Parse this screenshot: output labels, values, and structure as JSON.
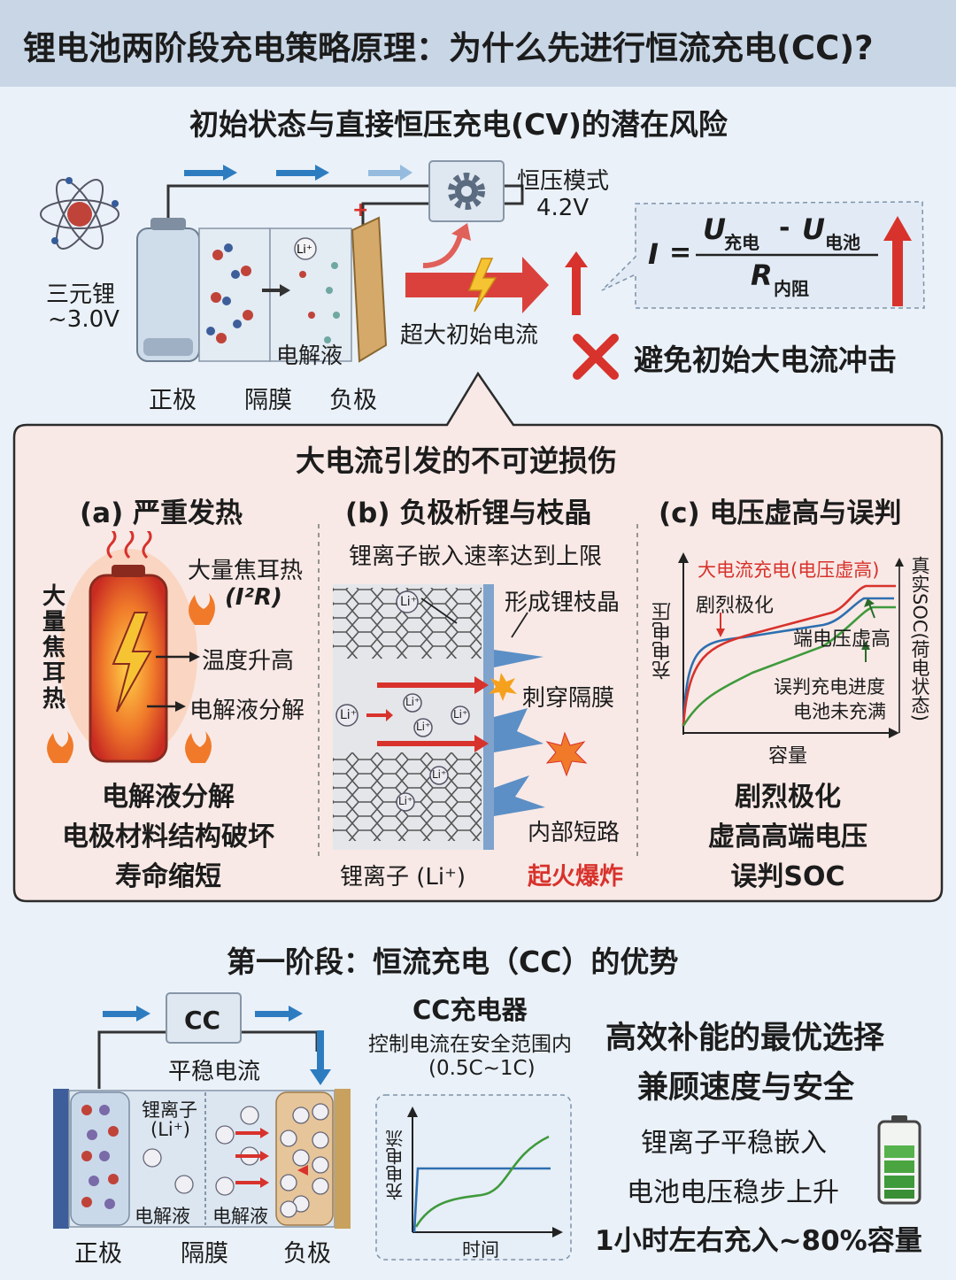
{
  "title": "锂电池两阶段充电策略原理：为什么先进行恒流充电(CC)?",
  "section1": {
    "heading": "初始状态与直接恒压充电(CV)的潜在风险",
    "cell_label": "三元锂",
    "cell_voltage": "~3.0V",
    "cv_mode": "恒压模式",
    "cv_voltage": "4.2V",
    "electrolyte": "电解液",
    "positive": "正极",
    "separator": "隔膜",
    "negative": "负极",
    "li_ion": "Li⁺",
    "plus_sign": "+",
    "large_current": "超大初始电流",
    "avoid": "避免初始大电流冲击",
    "formula": {
      "i": "I",
      "eq": "=",
      "u": "U",
      "charge_sub": "充电",
      "minus": "-",
      "battery_sub": "电池",
      "r": "R",
      "r_sub": "内阻"
    }
  },
  "damage": {
    "heading": "大电流引发的不可逆损伤",
    "a": {
      "title": "(a) 严重发热",
      "joule": "大量焦耳热",
      "i2r": "(I²R)",
      "temp": "温度升高",
      "decomp": "电解液分解",
      "vertical": [
        "大",
        "量",
        "焦",
        "耳",
        "热"
      ],
      "summary": [
        "电解液分解",
        "电极材料结构破坏",
        "寿命缩短"
      ]
    },
    "b": {
      "title": "(b) 负极析锂与枝晶",
      "limit": "锂离子嵌入速率达到上限",
      "dendrite": "形成锂枝晶",
      "pierce": "刺穿隔膜",
      "short": "内部短路",
      "li_label": "锂离子 (Li⁺)",
      "fire": "起火爆炸",
      "ion": "Li⁺"
    },
    "c": {
      "title": "(c) 电压虚高与误判",
      "curve_label": "大电流充电(电压虚高)",
      "polar": "剧烈极化",
      "terminal": "端电压虚高",
      "misjudge1": "误判充电进度",
      "misjudge2": "电池未充满",
      "ylabel": "充电电压",
      "xlabel": "容量",
      "right_label": "真实SOC(荷电状态)",
      "summary": [
        "剧烈极化",
        "虚高高端电压",
        "误判SOC"
      ]
    }
  },
  "section2": {
    "heading": "第一阶段：恒流充电（CC）的优势",
    "cc_box": "CC",
    "steady": "平稳电流",
    "charger_title": "CC充电器",
    "charger_desc": "控制电流在安全范围内",
    "charger_range": "(0.5C~1C)",
    "li_ion_label": "锂离子",
    "li_ion_sym": "(Li⁺)",
    "ion": "Li⁺",
    "electrolyte": "电解液",
    "positive": "正极",
    "separator": "隔膜",
    "negative": "负极",
    "graph_ylabel": "充电电流",
    "graph_xlabel": "时间",
    "best1": "高效补能的最优选择",
    "best2": "兼顾速度与安全",
    "point1": "锂离子平稳嵌入",
    "point2": "电池电压稳步上升",
    "point3": "1小时左右充入~80%容量"
  },
  "colors": {
    "accent_red": "#d8322c",
    "accent_blue": "#2e7cc0",
    "panel_bg": "#f8e9e6",
    "title_bg": "#c8d6e6"
  }
}
